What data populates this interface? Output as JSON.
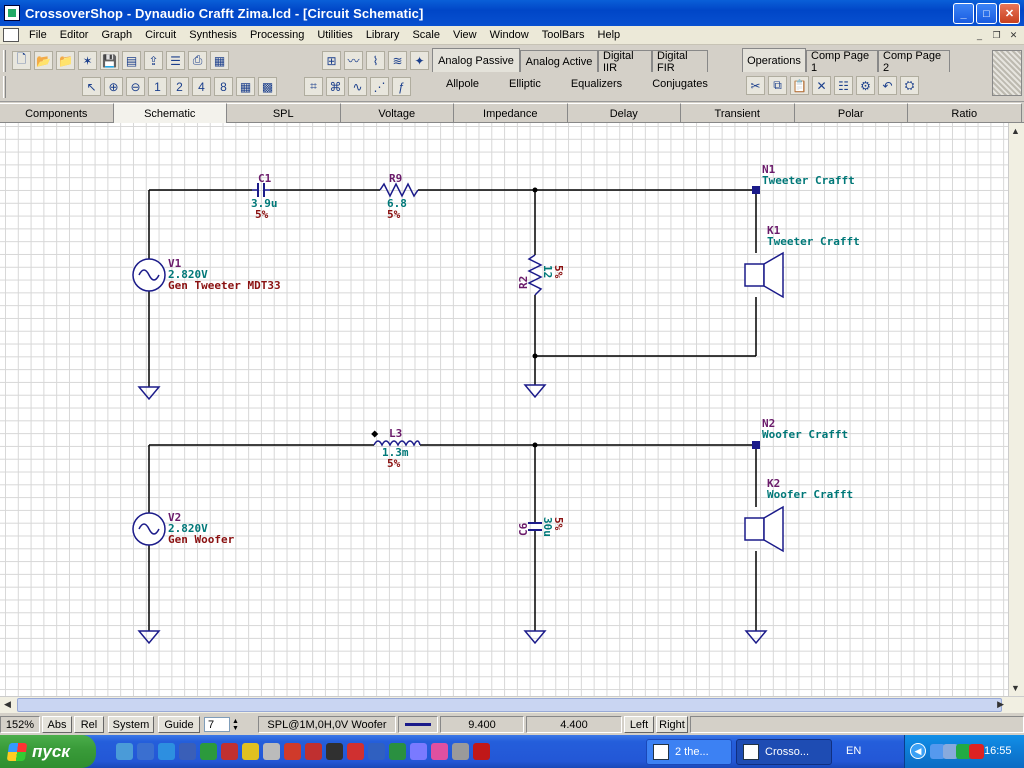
{
  "window": {
    "title": "CrossoverShop - Dynaudio Crafft Zima.lcd - [Circuit Schematic]",
    "buttons": {
      "minimize": "_",
      "maximize": "□",
      "close": "✕"
    }
  },
  "menubar": {
    "items": [
      "File",
      "Editor",
      "Graph",
      "Circuit",
      "Synthesis",
      "Processing",
      "Utilities",
      "Library",
      "Scale",
      "View",
      "Window",
      "ToolBars",
      "Help"
    ],
    "mdi_buttons": [
      "_",
      "❐",
      "✕"
    ]
  },
  "toolbar": {
    "row1_icons": [
      "new-file-icon",
      "open-folder-icon",
      "open-project-icon",
      "wizard-icon",
      "save-icon",
      "save-all-icon",
      "export-icon",
      "open-list-icon",
      "print-icon",
      "print-setup-icon"
    ],
    "row1_icons2": [
      "circuit-view-icon",
      "graph-view-icon",
      "chart-view-icon",
      "spectrum-view-icon",
      "palette-icon"
    ],
    "row2_icons": [
      "select-arrow-icon",
      "zoom-in-icon",
      "zoom-out-icon",
      "zoom-1-icon",
      "zoom-2-icon",
      "zoom-4-icon",
      "zoom-8-icon",
      "grid-icon",
      "grid-fine-icon"
    ],
    "row2_icons2": [
      "plot-1-icon",
      "plot-2-icon",
      "plot-3-icon",
      "plot-4-icon",
      "function-icon"
    ],
    "synthesis_tabs": [
      "Analog Passive",
      "Analog Active",
      "Digital IIR",
      "Digital FIR"
    ],
    "synthesis_active": "Analog Passive",
    "synthesis_subitems": [
      "Allpole",
      "Elliptic",
      "Equalizers",
      "Conjugates"
    ],
    "operation_tabs": [
      "Operations",
      "Comp Page 1",
      "Comp Page 2"
    ],
    "operation_active": "Operations",
    "operation_icons": [
      "cut-icon",
      "copy-icon",
      "paste-icon",
      "delete-icon",
      "list-icon",
      "properties-icon",
      "undo-icon",
      "settings-icon"
    ]
  },
  "view_tabs": {
    "items": [
      "Components",
      "Schematic",
      "SPL",
      "Voltage",
      "Impedance",
      "Delay",
      "Transient",
      "Polar",
      "Ratio"
    ],
    "active": "Schematic"
  },
  "schematic": {
    "colors": {
      "wire": "#000000",
      "component": "#1b1b8a",
      "name": "#6a1a6a",
      "value": "#007878",
      "tolerance": "#8a1010",
      "grid": "#d7d7d7"
    },
    "components": {
      "C1": {
        "name": "C1",
        "value": "3.9u",
        "tol": "5%"
      },
      "R9": {
        "name": "R9",
        "value": "6.8",
        "tol": "5%"
      },
      "R2": {
        "name": "R2",
        "value": "12",
        "tol": "5%"
      },
      "V1": {
        "name": "V1",
        "value": "2.820V",
        "label": "Gen Tweeter MDT33"
      },
      "N1": {
        "name": "N1",
        "label": "Tweeter Crafft"
      },
      "K1": {
        "name": "K1",
        "label": "Tweeter Crafft"
      },
      "L3": {
        "name": "L3",
        "value": "1.3m",
        "tol": "5%"
      },
      "C6": {
        "name": "C6",
        "value": "30u",
        "tol": "5%"
      },
      "V2": {
        "name": "V2",
        "value": "2.820V",
        "label": "Gen Woofer"
      },
      "N2": {
        "name": "N2",
        "label": "Woofer Crafft"
      },
      "K2": {
        "name": "K2",
        "label": "Woofer Crafft"
      }
    }
  },
  "statusbar": {
    "zoom": "152%",
    "abs": "Abs",
    "rel": "Rel",
    "system": "System",
    "guide": "Guide",
    "guide_value": "7",
    "curve_label": "SPL@1M,0H,0V Woofer",
    "value1": "9.400",
    "value2": "4.400",
    "left": "Left",
    "right": "Right"
  },
  "taskbar": {
    "start_label": "пуск",
    "quick_launch_colors": [
      "#4a9bd8",
      "#3a6fd0",
      "#2d8fe0",
      "#3a5fb8",
      "#2c9a3c",
      "#c03030",
      "#e0c020",
      "#bbbbbb",
      "#d03a2a",
      "#c03030",
      "#303030",
      "#d03030",
      "#3060c0",
      "#2a9040",
      "#7a7aff",
      "#e050a0",
      "#9a9a9a",
      "#c01818"
    ],
    "tasks": [
      {
        "label": "2 the...",
        "active": false
      },
      {
        "label": "Crosso...",
        "active": true
      }
    ],
    "lang": "EN",
    "tray_colors": [
      "#5599ee",
      "#88aadd",
      "#22aa44",
      "#dd2222"
    ],
    "clock": "16:55"
  }
}
